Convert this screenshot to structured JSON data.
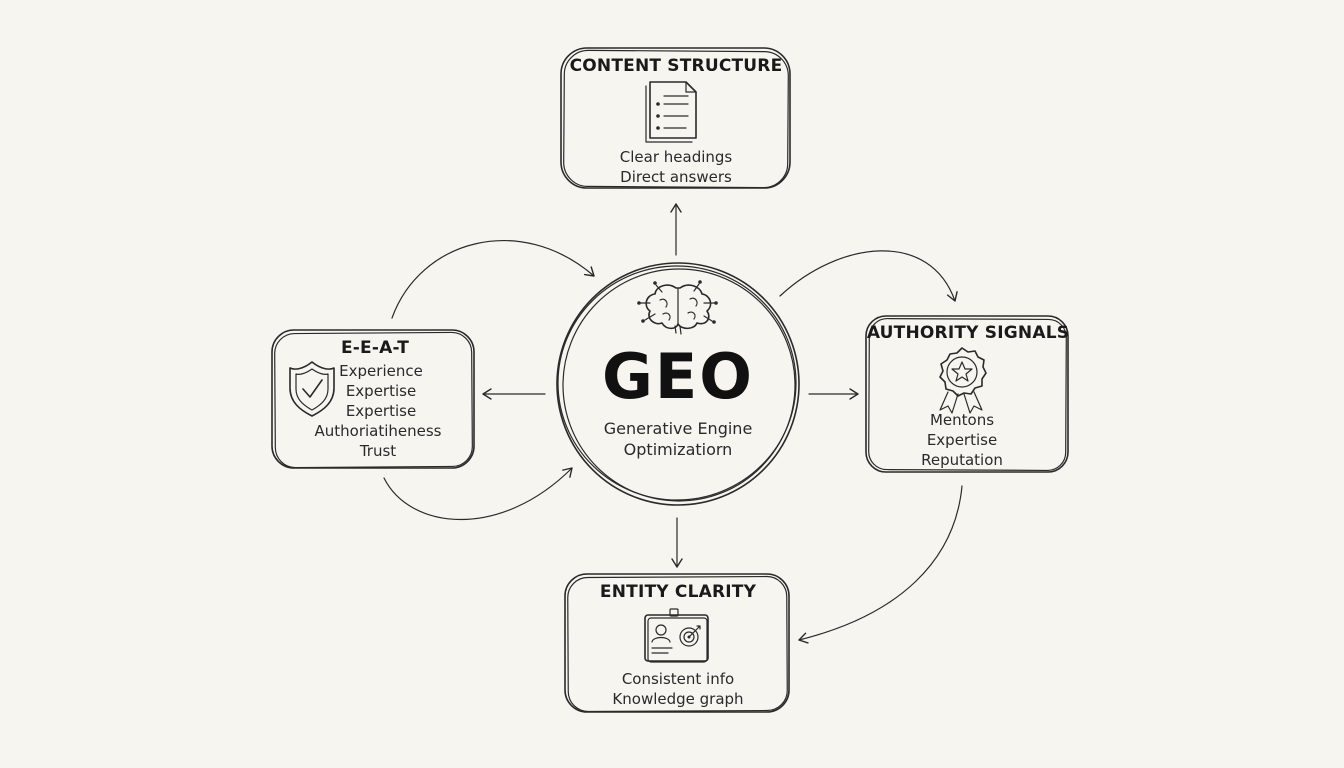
{
  "center": {
    "title": "GEO",
    "subtitle_lines": [
      "Generative Engine",
      "Optimizatiorn"
    ],
    "icon": "brain-icon"
  },
  "nodes": {
    "content_structure": {
      "title": "CONTENT STRUCTURE",
      "lines": [
        "Clear headings",
        "Direct answers"
      ],
      "icon": "document-icon"
    },
    "eeat": {
      "title": "E-E-A-T",
      "lines": [
        "Experience",
        "Expertise",
        "Expertise",
        "Authoriatiheness",
        "Trust"
      ],
      "icon": "shield-check-icon"
    },
    "authority_signals": {
      "title": "AUTHORITY SIGNALS",
      "lines": [
        "Mentons",
        "Expertise",
        "Reputation"
      ],
      "icon": "award-badge-icon"
    },
    "entity_clarity": {
      "title": "ENTITY CLARITY",
      "lines": [
        "Consistent info",
        "Knowledge graph"
      ],
      "icon": "id-card-icon"
    }
  },
  "colors": {
    "background": "#f7f5ef",
    "ink": "#2a2a2a"
  }
}
